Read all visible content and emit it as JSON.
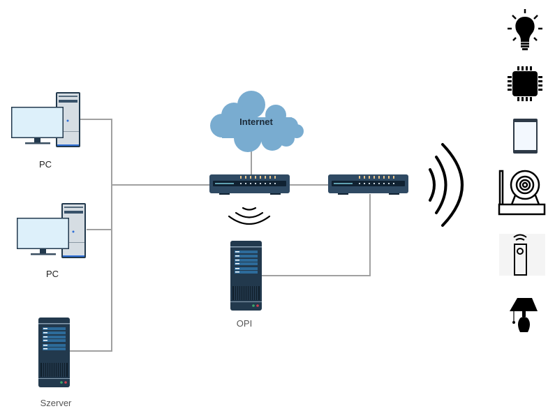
{
  "nodes": {
    "pc1": {
      "label": "PC"
    },
    "pc2": {
      "label": "PC"
    },
    "server": {
      "label": "Szerver"
    },
    "opi": {
      "label": "OPI"
    },
    "internet": {
      "label": "Internet"
    }
  },
  "devices": [
    "lightbulb-icon",
    "chip-icon",
    "tablet-icon",
    "ip-camera-icon",
    "remote-icon",
    "lamp-icon"
  ],
  "colors": {
    "link": "#a0a0a0",
    "device_dark": "#2f4a63",
    "cloud": "#79acd0",
    "screen": "#ddf0fa"
  }
}
